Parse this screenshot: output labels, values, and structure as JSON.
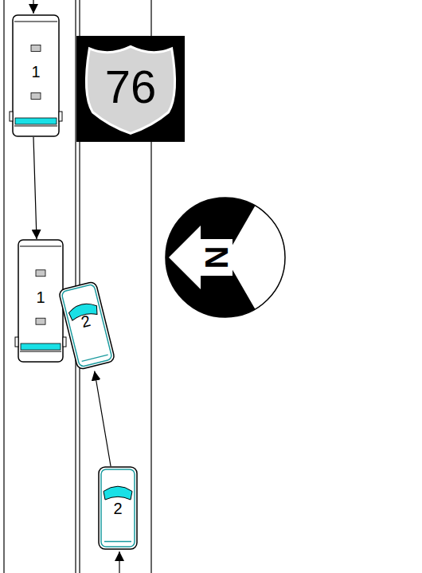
{
  "diagram": {
    "nodes": [
      {
        "text": [
          "1"
        ]
      },
      {
        "text": [
          "76"
        ]
      },
      {
        "text": [
          "1"
        ]
      },
      {
        "text": [
          "2"
        ]
      },
      {
        "text": [
          "2"
        ]
      }
    ],
    "edges": [
      {
        "from": 0,
        "to": 2,
        "arrow": "to"
      },
      {
        "from": 4,
        "to": 3,
        "arrow": "to"
      }
    ],
    "labels": [
      "N"
    ]
  }
}
